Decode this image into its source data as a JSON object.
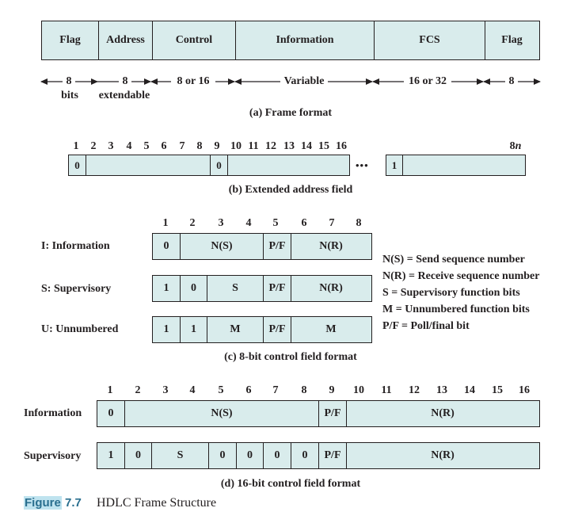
{
  "frame_format": {
    "fields": [
      "Flag",
      "Address",
      "Control",
      "Information",
      "FCS",
      "Flag"
    ],
    "sizes": [
      "8",
      "8",
      "8 or 16",
      "Variable",
      "16 or 32",
      "8"
    ],
    "size_sub": [
      "bits",
      "extendable"
    ],
    "caption": "(a) Frame format"
  },
  "extended_address": {
    "bit_numbers": [
      "1",
      "2",
      "3",
      "4",
      "5",
      "6",
      "7",
      "8",
      "9",
      "10",
      "11",
      "12",
      "13",
      "14",
      "15",
      "16"
    ],
    "last_bit": "8",
    "last_bit_var": "n",
    "first_bit_value": "0",
    "ninth_bit_value": "0",
    "last_octet_value": "1",
    "ellipsis": "•••",
    "caption": "(b) Extended address field"
  },
  "control_8bit": {
    "bit_numbers": [
      "1",
      "2",
      "3",
      "4",
      "5",
      "6",
      "7",
      "8"
    ],
    "rows": [
      {
        "label": "I: Information",
        "cells": [
          "0",
          "N(S)",
          "P/F",
          "N(R)"
        ]
      },
      {
        "label": "S: Supervisory",
        "cells": [
          "1",
          "0",
          "S",
          "P/F",
          "N(R)"
        ]
      },
      {
        "label": "U: Unnumbered",
        "cells": [
          "1",
          "1",
          "M",
          "P/F",
          "M"
        ]
      }
    ],
    "legend": [
      "N(S) = Send sequence number",
      "N(R) = Receive sequence number",
      "S = Supervisory function bits",
      "M = Unnumbered function bits",
      "P/F = Poll/final bit"
    ],
    "caption": "(c) 8-bit control field format"
  },
  "control_16bit": {
    "bit_numbers": [
      "1",
      "2",
      "3",
      "4",
      "5",
      "6",
      "7",
      "8",
      "9",
      "10",
      "11",
      "12",
      "13",
      "14",
      "15",
      "16"
    ],
    "rows": [
      {
        "label": "Information",
        "cells": [
          "0",
          "N(S)",
          "P/F",
          "N(R)"
        ]
      },
      {
        "label": "Supervisory",
        "cells": [
          "1",
          "0",
          "S",
          "0",
          "0",
          "0",
          "0",
          "P/F",
          "N(R)"
        ]
      }
    ],
    "caption": "(d) 16-bit control field format"
  },
  "figure": {
    "word": "Figure",
    "number": "7.7",
    "title": "HDLC Frame Structure"
  }
}
